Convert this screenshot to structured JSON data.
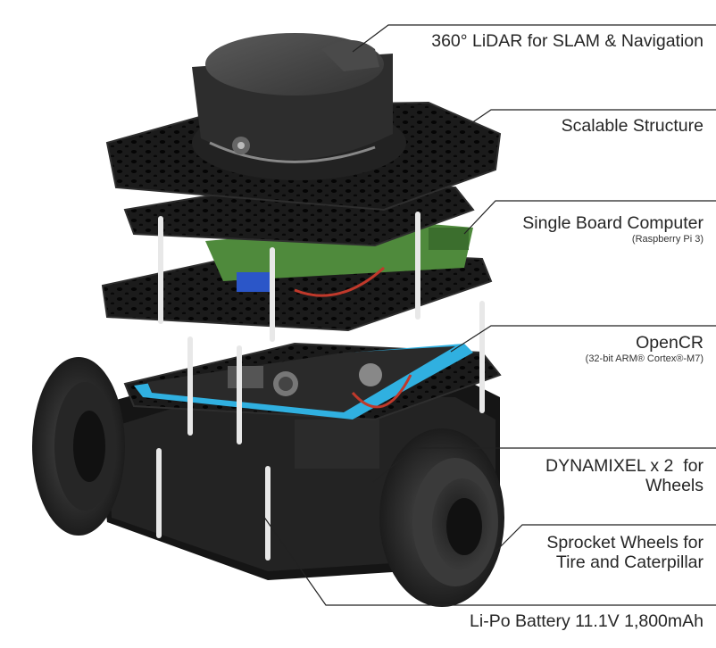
{
  "callouts": [
    {
      "id": "lidar",
      "title": "360° LiDAR for SLAM & Navigation"
    },
    {
      "id": "structure",
      "title": "Scalable Structure"
    },
    {
      "id": "sbc",
      "title": "Single Board Computer",
      "sub": "(Raspberry Pi 3)"
    },
    {
      "id": "opencr",
      "title": "OpenCR",
      "sub": "(32-bit ARM® Cortex®-M7)"
    },
    {
      "id": "dynamixel",
      "title_line1": "DYNAMIXEL x 2  for",
      "title_line2": "Wheels"
    },
    {
      "id": "sprocket",
      "title_line1": "Sprocket Wheels for",
      "title_line2": "Tire and Caterpillar"
    },
    {
      "id": "battery",
      "title": "Li-Po Battery 11.1V 1,800mAh"
    }
  ],
  "colors": {
    "plate": "#1b1b1b",
    "plate_edge": "#2e2e2e",
    "lidar": "#3c3c3c",
    "pcb_green": "#4f8a3c",
    "pcb_blue": "#36a8d6",
    "standoff": "#e8e8e8",
    "tire": "#2a2a2a",
    "wire_red": "#c0392b"
  }
}
